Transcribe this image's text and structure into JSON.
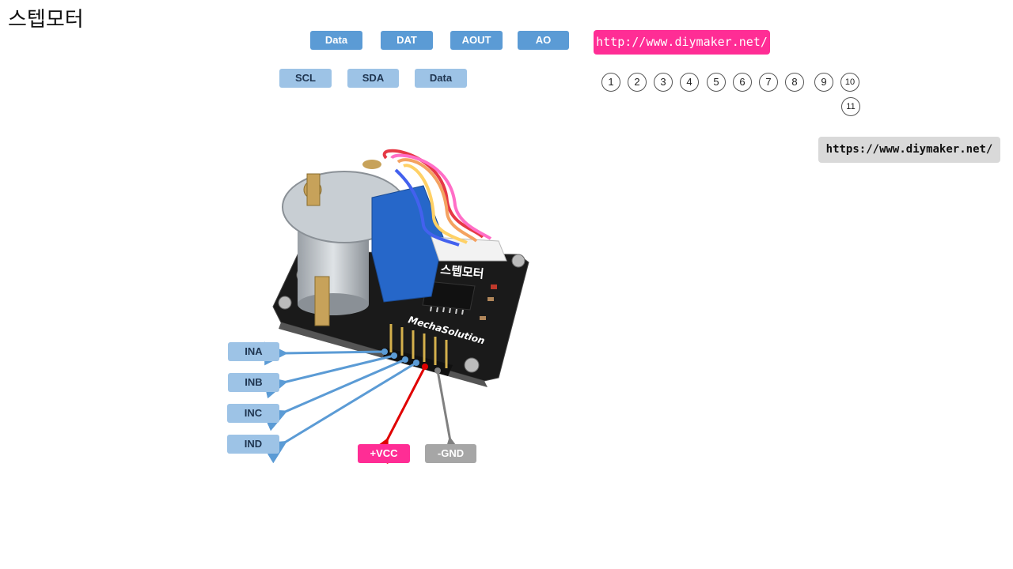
{
  "title": "스텝모터",
  "top_row": [
    "Data",
    "DAT",
    "AOUT",
    "AO"
  ],
  "second_row": [
    "SCL",
    "SDA",
    "Data"
  ],
  "url_pink": "http://www.diymaker.net/",
  "url_gray": "https://www.diymaker.net/",
  "numbers": [
    "1",
    "2",
    "3",
    "4",
    "5",
    "6",
    "7",
    "8",
    "9",
    "10",
    "11"
  ],
  "pins": {
    "ina": "INA",
    "inb": "INB",
    "inc": "INC",
    "ind": "IND",
    "vcc": "+VCC",
    "gnd": "-GND"
  },
  "board": {
    "label": "스텝모터",
    "brand": "MechaSolution"
  },
  "colors": {
    "blue": "#5b9bd5",
    "lightblue": "#9dc3e6",
    "pink": "#ff2d95",
    "gray": "#a6a6a6",
    "red": "#e00000"
  }
}
